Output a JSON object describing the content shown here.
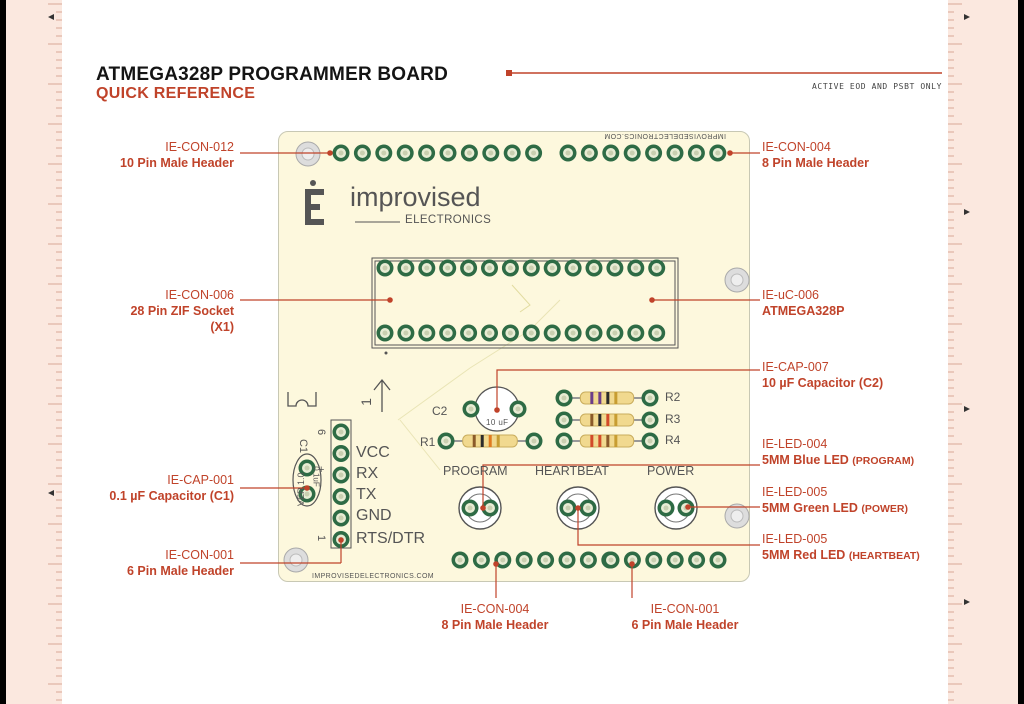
{
  "header": {
    "title": "ATMEGA328P PROGRAMMER BOARD",
    "subtitle": "QUICK REFERENCE",
    "note": "ACTIVE EOD AND PSBT ONLY"
  },
  "logo": {
    "brand": "improvised",
    "sub": "ELECTRONICS"
  },
  "board_text": {
    "url_top": "IMPROVISEDELECTRONICS.COM",
    "url_bottom": "IMPROVISEDELECTRONICS.COM",
    "ver": "VER 1.0",
    "header_pins": [
      "VCC",
      "RX",
      "TX",
      "GND",
      "RTS/DTR"
    ],
    "header_num_top": "6",
    "header_num_bottom": "1",
    "c1": "C1",
    "c1_value": "0.1uF",
    "c2": "C2",
    "c2_value": "10 uF",
    "r1": "R1",
    "r2": "R2",
    "r3": "R3",
    "r4": "R4",
    "led_program": "PROGRAM",
    "led_heartbeat": "HEARTBEAT",
    "led_power": "POWER",
    "pin1_mark": "1",
    "plus": "+"
  },
  "callouts": [
    {
      "id": "con012",
      "code": "IE-CON-012",
      "name": "10 Pin Male Header"
    },
    {
      "id": "con004_top",
      "code": "IE-CON-004",
      "name": "8 Pin Male Header"
    },
    {
      "id": "con006",
      "code": "IE-CON-006",
      "name": "28 Pin ZIF Socket",
      "name2": "(X1)"
    },
    {
      "id": "uc006",
      "code": "IE-uC-006",
      "name": "ATMEGA328P"
    },
    {
      "id": "cap007",
      "code": "IE-CAP-007",
      "name": "10 µF Capacitor (C2)"
    },
    {
      "id": "led004",
      "code": "IE-LED-004",
      "name": "5MM Blue LED",
      "tag": "(PROGRAM)"
    },
    {
      "id": "led005_power",
      "code": "IE-LED-005",
      "name": "5MM Green LED",
      "tag": "(POWER)"
    },
    {
      "id": "led005_hb",
      "code": "IE-LED-005",
      "name": "5MM Red LED",
      "tag": "(HEARTBEAT)"
    },
    {
      "id": "cap001",
      "code": "IE-CAP-001",
      "name": "0.1 µF Capacitor (C1)"
    },
    {
      "id": "con001_left",
      "code": "IE-CON-001",
      "name": "6 Pin Male Header"
    },
    {
      "id": "con004_bottom",
      "code": "IE-CON-004",
      "name": "8 Pin Male Header"
    },
    {
      "id": "con001_bottom",
      "code": "IE-CON-001",
      "name": "6 Pin Male Header"
    }
  ],
  "colors": {
    "accent": "#c0432a",
    "pcb": "#fdf8dd",
    "pad_ring": "#2e6b45",
    "pad_hole": "#e8ecd4",
    "strip": "#fbe8df"
  }
}
